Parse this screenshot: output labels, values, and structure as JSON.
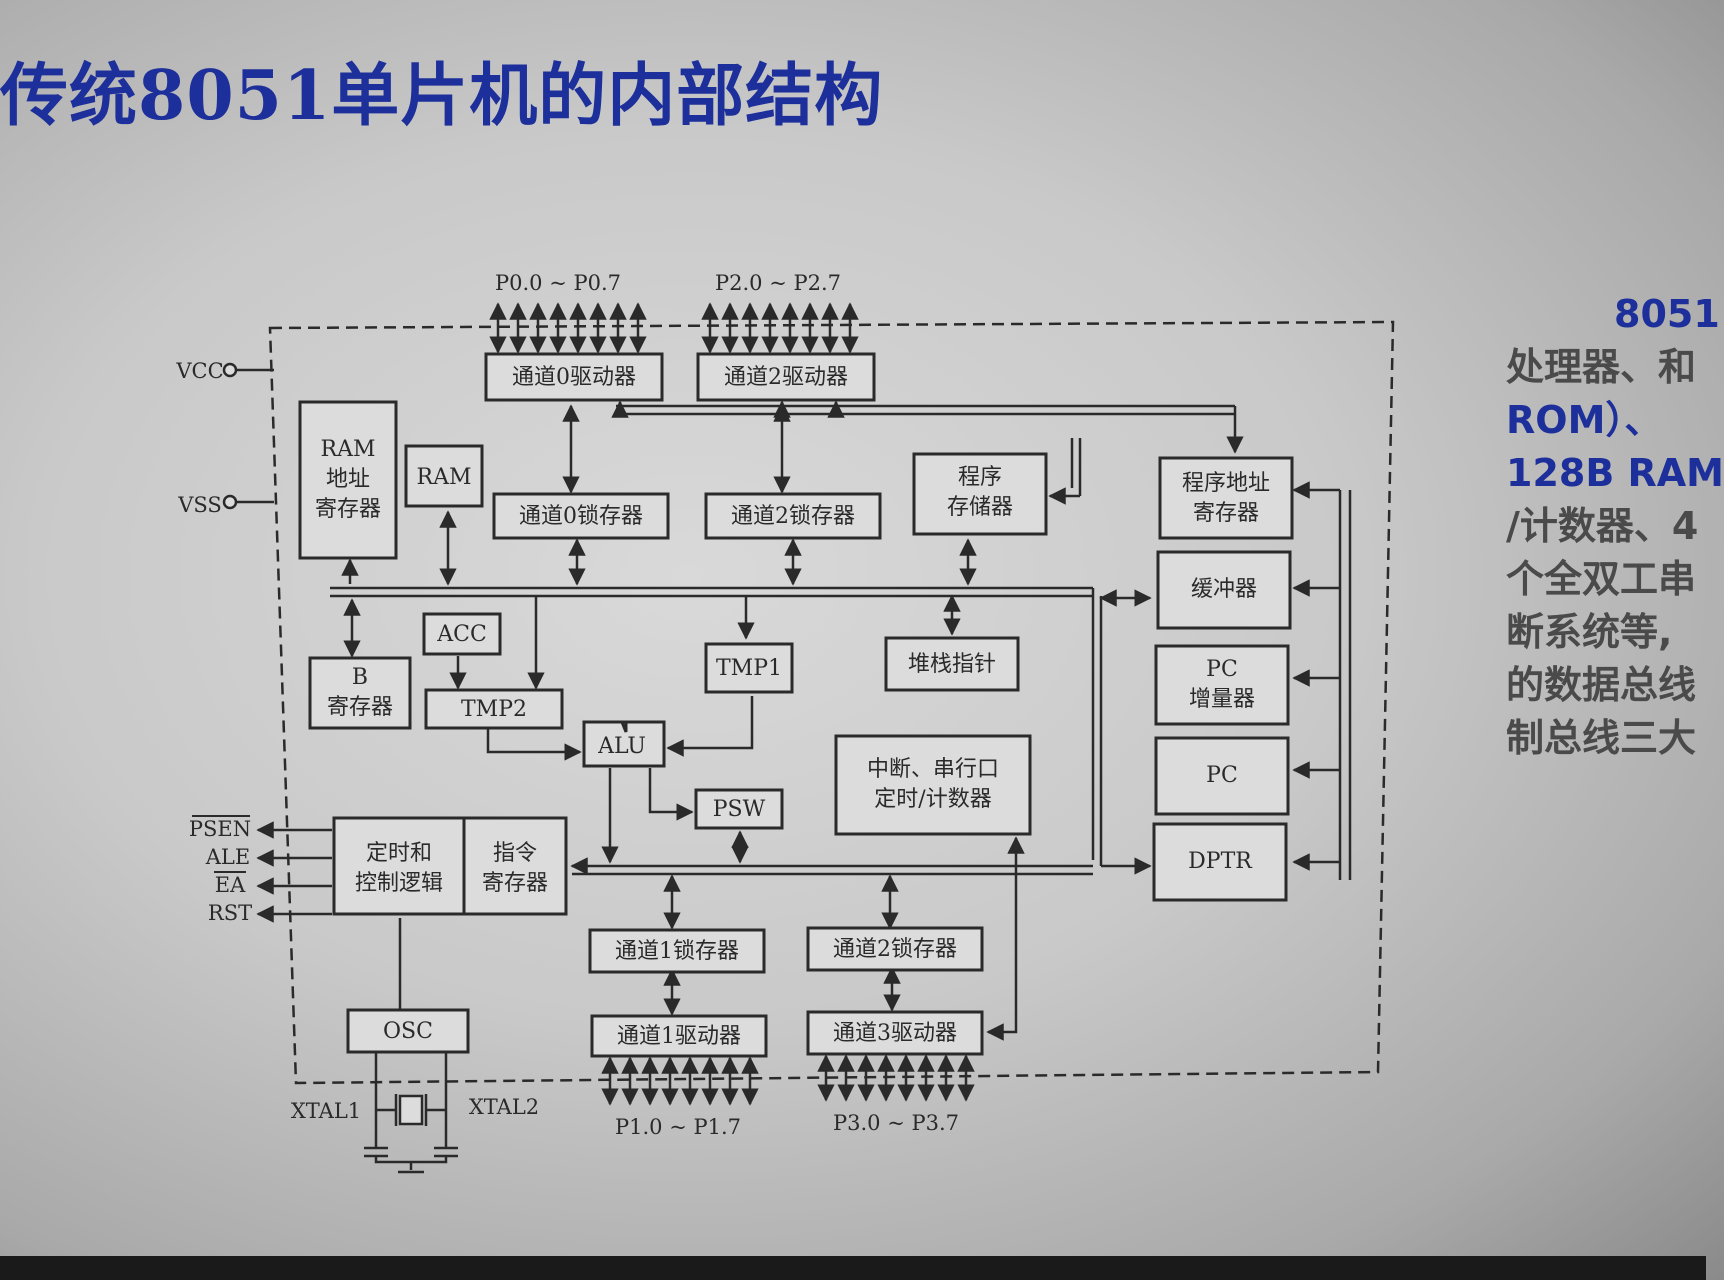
{
  "slide": {
    "title": "传统8051单片机的内部结构",
    "side_text": [
      "8051",
      "处理器、和",
      "ROM）、",
      "128B RAM",
      "/计数器、4",
      "个全双工串",
      "断系统等,",
      "的数据总线",
      "制总线三大"
    ]
  },
  "diagram": {
    "pins": {
      "vcc": "VCC",
      "vss": "VSS",
      "p0": "P0.0 ~ P0.7",
      "p2": "P2.0 ~ P2.7",
      "p1": "P1.0 ~ P1.7",
      "p3": "P3.0 ~ P3.7",
      "psen": "PSEN",
      "ale": "ALE",
      "ea": "EA",
      "rst": "RST",
      "xtal1": "XTAL1",
      "xtal2": "XTAL2"
    },
    "blocks": {
      "port0_driver": "通道0驱动器",
      "port2_driver": "通道2驱动器",
      "ram_addr_1": "RAM",
      "ram_addr_2": "地址",
      "ram_addr_3": "寄存器",
      "ram": "RAM",
      "port0_latch": "通道0锁存器",
      "port2_latch": "通道2锁存器",
      "program_memory_1": "程序",
      "program_memory_2": "存储器",
      "program_addr_1": "程序地址",
      "program_addr_2": "寄存器",
      "buffer": "缓冲器",
      "acc": "ACC",
      "b_reg_1": "B",
      "b_reg_2": "寄存器",
      "tmp2": "TMP2",
      "tmp1": "TMP1",
      "stack_pointer": "堆栈指针",
      "pc_incrementer_1": "PC",
      "pc_incrementer_2": "增量器",
      "alu": "ALU",
      "interrupt_1": "中断、串行口",
      "interrupt_2": "定时/计数器",
      "pc": "PC",
      "psw": "PSW",
      "timing_control_1": "定时和",
      "timing_control_2": "控制逻辑",
      "instr_reg_1": "指令",
      "instr_reg_2": "寄存器",
      "dptr": "DPTR",
      "port1_latch": "通道1锁存器",
      "port3_latch": "通道2锁存器",
      "osc": "OSC",
      "port1_driver": "通道1驱动器",
      "port3_driver": "通道3驱动器"
    }
  }
}
